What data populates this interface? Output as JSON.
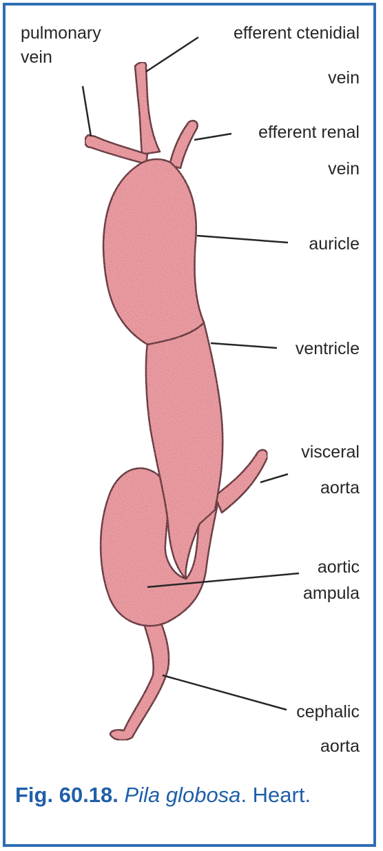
{
  "labels": {
    "pulmonary_vein_1": "pulmonary",
    "pulmonary_vein_2": "vein",
    "efferent_ctenidial_vein_1": "efferent ctenidial",
    "efferent_ctenidial_vein_2": "vein",
    "efferent_renal_vein_1": "efferent renal",
    "efferent_renal_vein_2": "vein",
    "auricle": "auricle",
    "ventricle": "ventricle",
    "visceral_aorta_1": "visceral",
    "visceral_aorta_2": "aorta",
    "aortic_ampula_1": "aortic",
    "aortic_ampula_2": "ampula",
    "cephalic_aorta_1": "cephalic",
    "cephalic_aorta_2": "aorta"
  },
  "caption": {
    "figure": "Fig. 60.18.",
    "species": "Pila globosa",
    "title": ". Heart."
  },
  "colors": {
    "frame": "#2f6fb3",
    "organ_fill": "#f0a4a8",
    "organ_stroke": "#3a2a2a",
    "caption": "#1f5fa8"
  }
}
